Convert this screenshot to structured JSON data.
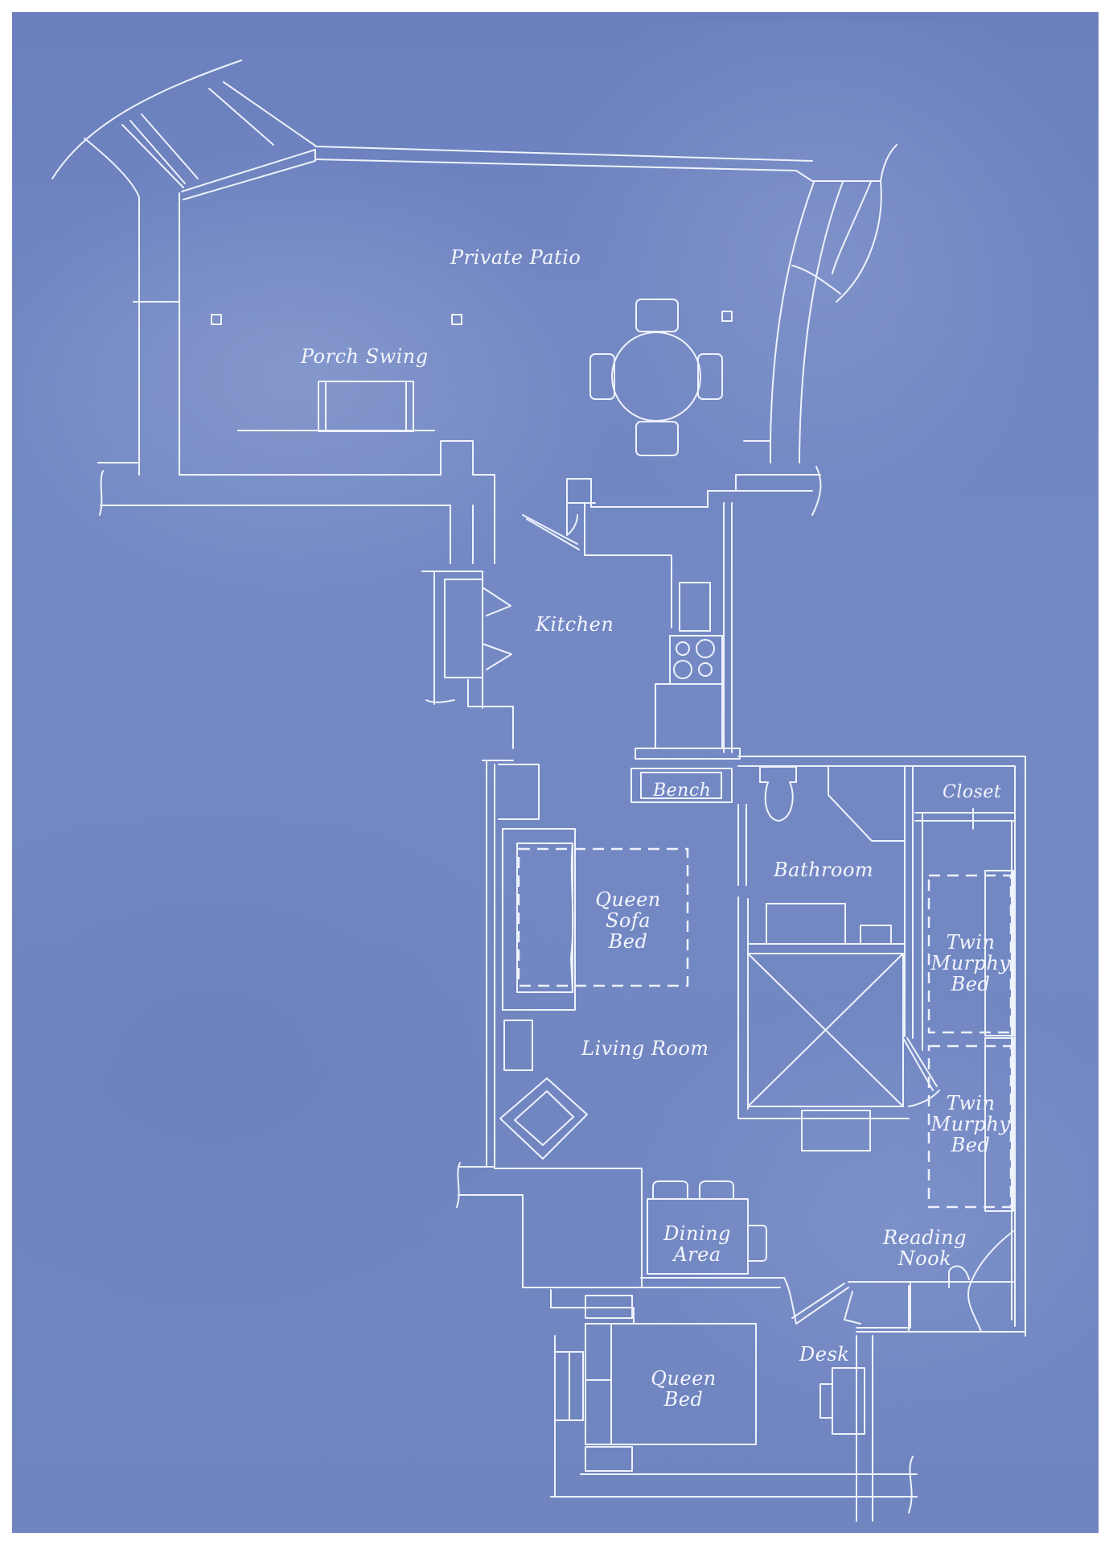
{
  "plan": {
    "colors": {
      "background": "#ffffff",
      "blueprint": "#7085c0",
      "line": "#f2f5fc"
    },
    "rooms": [
      {
        "id": "private-patio",
        "label": "Private Patio"
      },
      {
        "id": "porch-swing",
        "label": "Porch Swing"
      },
      {
        "id": "kitchen",
        "label": "Kitchen"
      },
      {
        "id": "bench",
        "label": "Bench"
      },
      {
        "id": "closet",
        "label": "Closet"
      },
      {
        "id": "bathroom",
        "label": "Bathroom"
      },
      {
        "id": "queen-sofa-bed",
        "label": "Queen\nSofa\nBed",
        "lines": [
          "Queen",
          "Sofa",
          "Bed"
        ]
      },
      {
        "id": "twin-murphy-bed-1",
        "label": "Twin\nMurphy\nBed",
        "lines": [
          "Twin",
          "Murphy",
          "Bed"
        ]
      },
      {
        "id": "living-room",
        "label": "Living Room"
      },
      {
        "id": "twin-murphy-bed-2",
        "label": "Twin\nMurphy\nBed",
        "lines": [
          "Twin",
          "Murphy",
          "Bed"
        ]
      },
      {
        "id": "dining-area",
        "label": "Dining\nArea",
        "lines": [
          "Dining",
          "Area"
        ]
      },
      {
        "id": "reading-nook",
        "label": "Reading\nNook",
        "lines": [
          "Reading",
          "Nook"
        ]
      },
      {
        "id": "desk",
        "label": "Desk"
      },
      {
        "id": "queen-bed",
        "label": "Queen\nBed",
        "lines": [
          "Queen",
          "Bed"
        ]
      }
    ]
  }
}
